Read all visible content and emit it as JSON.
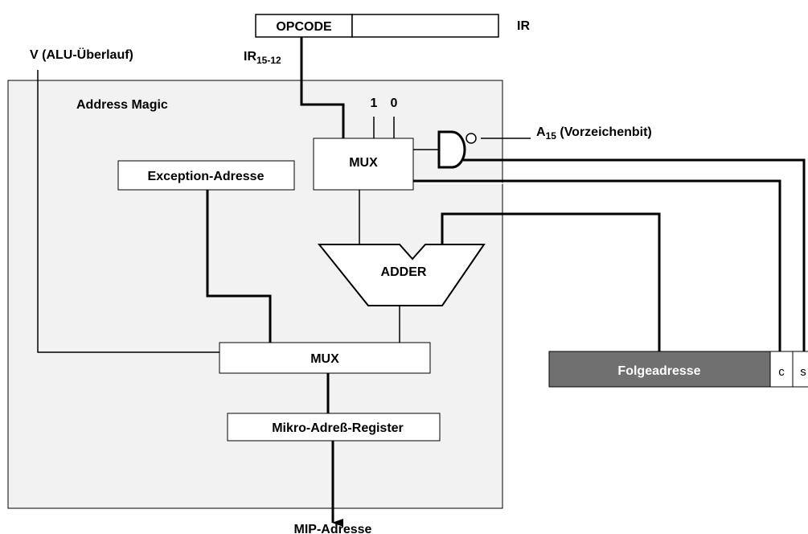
{
  "ir": {
    "opcode_label": "OPCODE",
    "register_label": "IR",
    "bits_label_main": "IR",
    "bits_label_sub": "15-12"
  },
  "overflow_label": "V (ALU-Überlauf)",
  "address_magic_label": "Address Magic",
  "mux_top": {
    "label": "MUX",
    "input_1": "1",
    "input_0": "0"
  },
  "sign_bit": {
    "label_main": "A",
    "label_sub": "15",
    "label_rest": " (Vorzeichenbit)"
  },
  "exception_address_label": "Exception-Adresse",
  "adder_label": "ADDER",
  "mux_bottom_label": "MUX",
  "micro_address_register_label": "Mikro-Adreß-Register",
  "output_label": "MIP-Adresse",
  "next_address_field": {
    "label": "Folgeadresse",
    "c_label": "c",
    "s_label": "s"
  },
  "colors": {
    "address_magic_fill": "#f2f2f2",
    "next_address_fill": "#707070",
    "line": "#000000"
  }
}
